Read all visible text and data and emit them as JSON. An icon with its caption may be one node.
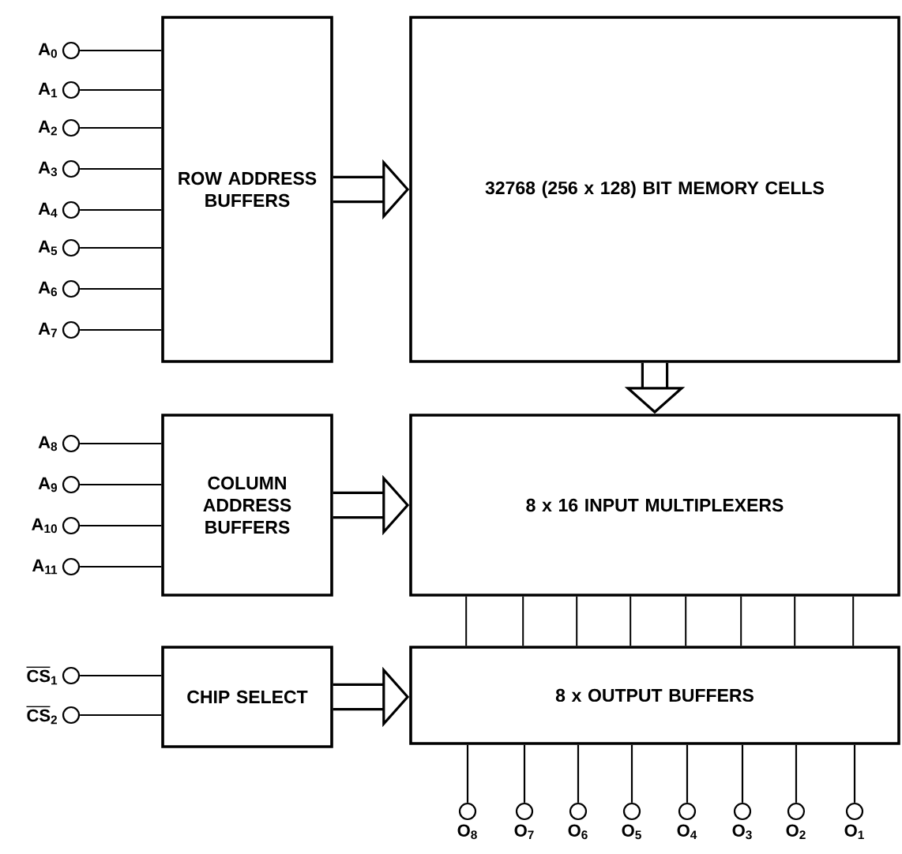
{
  "diagram": {
    "nodes": [
      {
        "text": [
          "ROW ADDRESS BUFFERS"
        ]
      },
      {
        "text": [
          "32768 (256 x 128) BIT MEMORY CELLS"
        ]
      },
      {
        "text": [
          "COLUMN ADDRESS BUFFERS"
        ]
      },
      {
        "text": [
          "8 x 16 INPUT MULTIPLEXERS"
        ]
      },
      {
        "text": [
          "CHIP SELECT"
        ]
      },
      {
        "text": [
          "8 x OUTPUT BUFFERS"
        ]
      },
      {
        "text": [],
        "shape": "circle",
        "beside": [
          "A$_{0}$"
        ]
      },
      {
        "text": [],
        "shape": "circle",
        "beside": [
          "A$_{1}$"
        ]
      },
      {
        "text": [],
        "shape": "circle",
        "beside": [
          "A$_{2}$"
        ]
      },
      {
        "text": [],
        "shape": "circle",
        "beside": [
          "A$_{3}$"
        ]
      },
      {
        "text": [],
        "shape": "circle",
        "beside": [
          "A$_{4}$"
        ]
      },
      {
        "text": [],
        "shape": "circle",
        "beside": [
          "A$_{5}$"
        ]
      },
      {
        "text": [],
        "shape": "circle",
        "beside": [
          "A$_{6}$"
        ]
      },
      {
        "text": [],
        "shape": "circle",
        "beside": [
          "A$_{7}$"
        ]
      },
      {
        "text": [],
        "shape": "circle",
        "beside": [
          "A$_{8}$"
        ]
      },
      {
        "text": [],
        "shape": "circle",
        "beside": [
          "A$_{9}$"
        ]
      },
      {
        "text": [],
        "shape": "circle",
        "beside": [
          "A$_{10}$"
        ]
      },
      {
        "text": [],
        "shape": "circle",
        "beside": [
          "A$_{11}$"
        ]
      },
      {
        "text": [],
        "shape": "circle",
        "beside": [
          "CS$_{1}$"
        ]
      },
      {
        "text": [],
        "shape": "circle",
        "beside": [
          "CS$_{2}$"
        ]
      },
      {
        "text": [],
        "shape": "circle",
        "beside": [
          "O$_{8}$"
        ]
      },
      {
        "text": [],
        "shape": "circle",
        "beside": [
          "O$_{7}$"
        ]
      },
      {
        "text": [],
        "shape": "circle",
        "beside": [
          "O$_{6}$"
        ]
      },
      {
        "text": [],
        "shape": "circle",
        "beside": [
          "O$_{5}$"
        ]
      },
      {
        "text": [],
        "shape": "circle",
        "beside": [
          "O$_{4}$"
        ]
      },
      {
        "text": [],
        "shape": "circle",
        "beside": [
          "O$_{3}$"
        ]
      },
      {
        "text": [],
        "shape": "circle",
        "beside": [
          "O$_{2}$"
        ]
      },
      {
        "text": [],
        "shape": "circle",
        "beside": [
          "O$_{1}$"
        ]
      }
    ],
    "edges": [
      {
        "from": 6,
        "to": 0,
        "arrow": "none"
      },
      {
        "from": 7,
        "to": 0,
        "arrow": "none"
      },
      {
        "from": 8,
        "to": 0,
        "arrow": "none"
      },
      {
        "from": 9,
        "to": 0,
        "arrow": "none"
      },
      {
        "from": 10,
        "to": 0,
        "arrow": "none"
      },
      {
        "from": 11,
        "to": 0,
        "arrow": "none"
      },
      {
        "from": 12,
        "to": 0,
        "arrow": "none"
      },
      {
        "from": 13,
        "to": 0,
        "arrow": "none"
      },
      {
        "from": 14,
        "to": 2,
        "arrow": "none"
      },
      {
        "from": 15,
        "to": 2,
        "arrow": "none"
      },
      {
        "from": 16,
        "to": 2,
        "arrow": "none"
      },
      {
        "from": 17,
        "to": 2,
        "arrow": "none"
      },
      {
        "from": 18,
        "to": 4,
        "arrow": "none"
      },
      {
        "from": 19,
        "to": 4,
        "arrow": "none"
      },
      {
        "from": 0,
        "to": 1,
        "arrow": "to",
        "style": "thick"
      },
      {
        "from": 1,
        "to": 3,
        "arrow": "to",
        "style": "thick"
      },
      {
        "from": 2,
        "to": 3,
        "arrow": "to",
        "style": "thick"
      },
      {
        "from": 4,
        "to": 5,
        "arrow": "to",
        "style": "thick"
      },
      {
        "from": 3,
        "to": 5,
        "arrow": "none"
      },
      {
        "from": 3,
        "to": 5,
        "arrow": "none"
      },
      {
        "from": 3,
        "to": 5,
        "arrow": "none"
      },
      {
        "from": 3,
        "to": 5,
        "arrow": "none"
      },
      {
        "from": 3,
        "to": 5,
        "arrow": "none"
      },
      {
        "from": 3,
        "to": 5,
        "arrow": "none"
      },
      {
        "from": 3,
        "to": 5,
        "arrow": "none"
      },
      {
        "from": 3,
        "to": 5,
        "arrow": "none"
      },
      {
        "from": 5,
        "to": 20,
        "arrow": "none"
      },
      {
        "from": 5,
        "to": 21,
        "arrow": "none"
      },
      {
        "from": 5,
        "to": 22,
        "arrow": "none"
      },
      {
        "from": 5,
        "to": 23,
        "arrow": "none"
      },
      {
        "from": 5,
        "to": 24,
        "arrow": "none"
      },
      {
        "from": 5,
        "to": 25,
        "arrow": "none"
      },
      {
        "from": 5,
        "to": 26,
        "arrow": "none"
      },
      {
        "from": 5,
        "to": 27,
        "arrow": "none"
      }
    ]
  }
}
